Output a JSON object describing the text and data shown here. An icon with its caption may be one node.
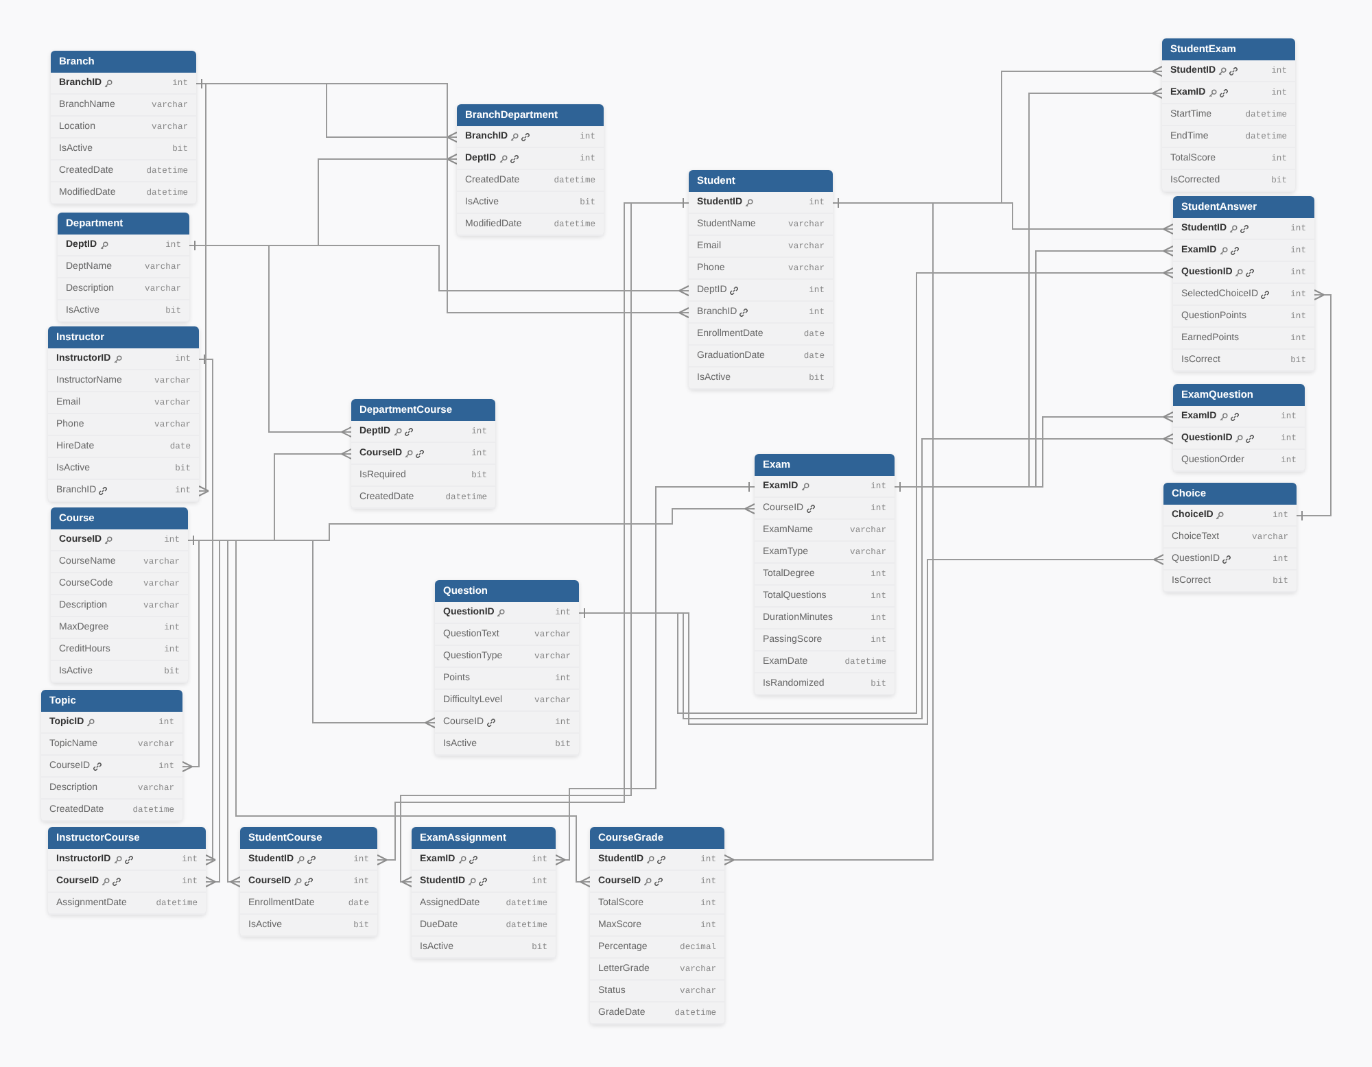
{
  "diagram": {
    "nodes": [
      {
        "text": [
          "Branch"
        ]
      },
      {
        "text": [
          "BranchID",
          "int"
        ],
        "in": 0
      },
      {
        "text": [
          "BranchName",
          "varchar"
        ],
        "in": 0
      },
      {
        "text": [
          "Location",
          "varchar"
        ],
        "in": 0
      },
      {
        "text": [
          "IsActive",
          "bit"
        ],
        "in": 0
      },
      {
        "text": [
          "CreatedDate",
          "datetime"
        ],
        "in": 0
      },
      {
        "text": [
          "ModifiedDate",
          "datetime"
        ],
        "in": 0
      },
      {
        "text": [
          "Department"
        ]
      },
      {
        "text": [
          "DeptID",
          "int"
        ],
        "in": 7
      },
      {
        "text": [
          "DeptName",
          "varchar"
        ],
        "in": 7
      },
      {
        "text": [
          "Description",
          "varchar"
        ],
        "in": 7
      },
      {
        "text": [
          "IsActive",
          "bit"
        ],
        "in": 7
      },
      {
        "text": [
          "Instructor"
        ]
      },
      {
        "text": [
          "InstructorID",
          "int"
        ],
        "in": 12
      },
      {
        "text": [
          "InstructorName",
          "varchar"
        ],
        "in": 12
      },
      {
        "text": [
          "Email",
          "varchar"
        ],
        "in": 12
      },
      {
        "text": [
          "Phone",
          "varchar"
        ],
        "in": 12
      },
      {
        "text": [
          "HireDate",
          "date"
        ],
        "in": 12
      },
      {
        "text": [
          "IsActive",
          "bit"
        ],
        "in": 12
      },
      {
        "text": [
          "BranchID",
          "int"
        ],
        "in": 12
      },
      {
        "text": [
          "Course"
        ]
      },
      {
        "text": [
          "CourseID",
          "int"
        ],
        "in": 20
      },
      {
        "text": [
          "CourseName",
          "varchar"
        ],
        "in": 20
      },
      {
        "text": [
          "CourseCode",
          "varchar"
        ],
        "in": 20
      },
      {
        "text": [
          "Description",
          "varchar"
        ],
        "in": 20
      },
      {
        "text": [
          "MaxDegree",
          "int"
        ],
        "in": 20
      },
      {
        "text": [
          "CreditHours",
          "int"
        ],
        "in": 20
      },
      {
        "text": [
          "IsActive",
          "bit"
        ],
        "in": 20
      },
      {
        "text": [
          "Topic"
        ]
      },
      {
        "text": [
          "TopicID",
          "int"
        ],
        "in": 28
      },
      {
        "text": [
          "TopicName",
          "varchar"
        ],
        "in": 28
      },
      {
        "text": [
          "CourseID",
          "int"
        ],
        "in": 28
      },
      {
        "text": [
          "Description",
          "varchar"
        ],
        "in": 28
      },
      {
        "text": [
          "CreatedDate",
          "datetime"
        ],
        "in": 28
      },
      {
        "text": [
          "InstructorCourse"
        ]
      },
      {
        "text": [
          "InstructorID",
          "int"
        ],
        "in": 34
      },
      {
        "text": [
          "CourseID",
          "int"
        ],
        "in": 34
      },
      {
        "text": [
          "AssignmentDate",
          "datetime"
        ],
        "in": 34
      },
      {
        "text": [
          "StudentCourse"
        ]
      },
      {
        "text": [
          "StudentID",
          "int"
        ],
        "in": 38
      },
      {
        "text": [
          "CourseID",
          "int"
        ],
        "in": 38
      },
      {
        "text": [
          "EnrollmentDate",
          "date"
        ],
        "in": 38
      },
      {
        "text": [
          "IsActive",
          "bit"
        ],
        "in": 38
      },
      {
        "text": [
          "DepartmentCourse"
        ]
      },
      {
        "text": [
          "DeptID",
          "int"
        ],
        "in": 43
      },
      {
        "text": [
          "CourseID",
          "int"
        ],
        "in": 43
      },
      {
        "text": [
          "IsRequired",
          "bit"
        ],
        "in": 43
      },
      {
        "text": [
          "CreatedDate",
          "datetime"
        ],
        "in": 43
      },
      {
        "text": [
          "BranchDepartment"
        ]
      },
      {
        "text": [
          "BranchID",
          "int"
        ],
        "in": 48
      },
      {
        "text": [
          "DeptID",
          "int"
        ],
        "in": 48
      },
      {
        "text": [
          "CreatedDate",
          "datetime"
        ],
        "in": 48
      },
      {
        "text": [
          "IsActive",
          "bit"
        ],
        "in": 48
      },
      {
        "text": [
          "ModifiedDate",
          "datetime"
        ],
        "in": 48
      },
      {
        "text": [
          "Question"
        ]
      },
      {
        "text": [
          "QuestionID",
          "int"
        ],
        "in": 54
      },
      {
        "text": [
          "QuestionText",
          "varchar"
        ],
        "in": 54
      },
      {
        "text": [
          "QuestionType",
          "varchar"
        ],
        "in": 54
      },
      {
        "text": [
          "Points",
          "int"
        ],
        "in": 54
      },
      {
        "text": [
          "DifficultyLevel",
          "varchar"
        ],
        "in": 54
      },
      {
        "text": [
          "CourseID",
          "int"
        ],
        "in": 54
      },
      {
        "text": [
          "IsActive",
          "bit"
        ],
        "in": 54
      },
      {
        "text": [
          "ExamAssignment"
        ]
      },
      {
        "text": [
          "ExamID",
          "int"
        ],
        "in": 62
      },
      {
        "text": [
          "StudentID",
          "int"
        ],
        "in": 62
      },
      {
        "text": [
          "AssignedDate",
          "datetime"
        ],
        "in": 62
      },
      {
        "text": [
          "DueDate",
          "datetime"
        ],
        "in": 62
      },
      {
        "text": [
          "IsActive",
          "bit"
        ],
        "in": 62
      },
      {
        "text": [
          "Student"
        ]
      },
      {
        "text": [
          "StudentID",
          "int"
        ],
        "in": 68
      },
      {
        "text": [
          "StudentName",
          "varchar"
        ],
        "in": 68
      },
      {
        "text": [
          "Email",
          "varchar"
        ],
        "in": 68
      },
      {
        "text": [
          "Phone",
          "varchar"
        ],
        "in": 68
      },
      {
        "text": [
          "DeptID",
          "int"
        ],
        "in": 68
      },
      {
        "text": [
          "BranchID",
          "int"
        ],
        "in": 68
      },
      {
        "text": [
          "EnrollmentDate",
          "date"
        ],
        "in": 68
      },
      {
        "text": [
          "GraduationDate",
          "date"
        ],
        "in": 68
      },
      {
        "text": [
          "IsActive",
          "bit"
        ],
        "in": 68
      },
      {
        "text": [
          "Exam"
        ]
      },
      {
        "text": [
          "ExamID",
          "int"
        ],
        "in": 78
      },
      {
        "text": [
          "CourseID",
          "int"
        ],
        "in": 78
      },
      {
        "text": [
          "ExamName",
          "varchar"
        ],
        "in": 78
      },
      {
        "text": [
          "ExamType",
          "varchar"
        ],
        "in": 78
      },
      {
        "text": [
          "TotalDegree",
          "int"
        ],
        "in": 78
      },
      {
        "text": [
          "TotalQuestions",
          "int"
        ],
        "in": 78
      },
      {
        "text": [
          "DurationMinutes",
          "int"
        ],
        "in": 78
      },
      {
        "text": [
          "PassingScore",
          "int"
        ],
        "in": 78
      },
      {
        "text": [
          "ExamDate",
          "datetime"
        ],
        "in": 78
      },
      {
        "text": [
          "IsRandomized",
          "bit"
        ],
        "in": 78
      },
      {
        "text": [
          "CourseGrade"
        ]
      },
      {
        "text": [
          "StudentID",
          "int"
        ],
        "in": 89
      },
      {
        "text": [
          "CourseID",
          "int"
        ],
        "in": 89
      },
      {
        "text": [
          "TotalScore",
          "int"
        ],
        "in": 89
      },
      {
        "text": [
          "MaxScore",
          "int"
        ],
        "in": 89
      },
      {
        "text": [
          "Percentage",
          "decimal"
        ],
        "in": 89
      },
      {
        "text": [
          "LetterGrade",
          "varchar"
        ],
        "in": 89
      },
      {
        "text": [
          "Status",
          "varchar"
        ],
        "in": 89
      },
      {
        "text": [
          "GradeDate",
          "datetime"
        ],
        "in": 89
      },
      {
        "text": [
          "StudentExam"
        ]
      },
      {
        "text": [
          "StudentID",
          "int"
        ],
        "in": 98
      },
      {
        "text": [
          "ExamID",
          "int"
        ],
        "in": 98
      },
      {
        "text": [
          "StartTime",
          "datetime"
        ],
        "in": 98
      },
      {
        "text": [
          "EndTime",
          "datetime"
        ],
        "in": 98
      },
      {
        "text": [
          "TotalScore",
          "int"
        ],
        "in": 98
      },
      {
        "text": [
          "IsCorrected",
          "bit"
        ],
        "in": 98
      },
      {
        "text": [
          "StudentAnswer"
        ]
      },
      {
        "text": [
          "StudentID",
          "int"
        ],
        "in": 105
      },
      {
        "text": [
          "ExamID",
          "int"
        ],
        "in": 105
      },
      {
        "text": [
          "QuestionID",
          "int"
        ],
        "in": 105
      },
      {
        "text": [
          "SelectedChoiceID",
          "int"
        ],
        "in": 105
      },
      {
        "text": [
          "QuestionPoints",
          "int"
        ],
        "in": 105
      },
      {
        "text": [
          "EarnedPoints",
          "int"
        ],
        "in": 105
      },
      {
        "text": [
          "IsCorrect",
          "bit"
        ],
        "in": 105
      },
      {
        "text": [
          "ExamQuestion"
        ]
      },
      {
        "text": [
          "ExamID",
          "int"
        ],
        "in": 113
      },
      {
        "text": [
          "QuestionID",
          "int"
        ],
        "in": 113
      },
      {
        "text": [
          "QuestionOrder",
          "int"
        ],
        "in": 113
      },
      {
        "text": [
          "Choice"
        ]
      },
      {
        "text": [
          "ChoiceID",
          "int"
        ],
        "in": 117
      },
      {
        "text": [
          "ChoiceText",
          "varchar"
        ],
        "in": 117
      },
      {
        "text": [
          "QuestionID",
          "int"
        ],
        "in": 117
      },
      {
        "text": [
          "IsCorrect",
          "bit"
        ],
        "in": 117
      }
    ],
    "edges": [
      {
        "from": 49,
        "to": 1,
        "arrow": "other"
      },
      {
        "from": 50,
        "to": 8,
        "arrow": "other"
      },
      {
        "from": 19,
        "to": 1,
        "arrow": "other"
      },
      {
        "from": 73,
        "to": 8,
        "arrow": "other"
      },
      {
        "from": 74,
        "to": 1,
        "arrow": "other"
      },
      {
        "from": 44,
        "to": 8,
        "arrow": "other"
      },
      {
        "from": 45,
        "to": 21,
        "arrow": "other"
      },
      {
        "from": 31,
        "to": 21,
        "arrow": "other"
      },
      {
        "from": 60,
        "to": 21,
        "arrow": "other"
      },
      {
        "from": 80,
        "to": 21,
        "arrow": "other"
      },
      {
        "from": 35,
        "to": 13,
        "arrow": "other"
      },
      {
        "from": 36,
        "to": 21,
        "arrow": "other"
      },
      {
        "from": 39,
        "to": 69,
        "arrow": "other"
      },
      {
        "from": 40,
        "to": 21,
        "arrow": "other"
      },
      {
        "from": 63,
        "to": 79,
        "arrow": "other"
      },
      {
        "from": 64,
        "to": 69,
        "arrow": "other"
      },
      {
        "from": 90,
        "to": 69,
        "arrow": "other"
      },
      {
        "from": 91,
        "to": 21,
        "arrow": "other"
      },
      {
        "from": 99,
        "to": 69,
        "arrow": "other"
      },
      {
        "from": 100,
        "to": 79,
        "arrow": "other"
      },
      {
        "from": 106,
        "to": 69,
        "arrow": "other"
      },
      {
        "from": 107,
        "to": 79,
        "arrow": "other"
      },
      {
        "from": 108,
        "to": 55,
        "arrow": "other"
      },
      {
        "from": 114,
        "to": 79,
        "arrow": "other"
      },
      {
        "from": 115,
        "to": 55,
        "arrow": "other"
      },
      {
        "from": 120,
        "to": 55,
        "arrow": "other"
      },
      {
        "from": 109,
        "to": 118,
        "arrow": "other"
      }
    ]
  }
}
